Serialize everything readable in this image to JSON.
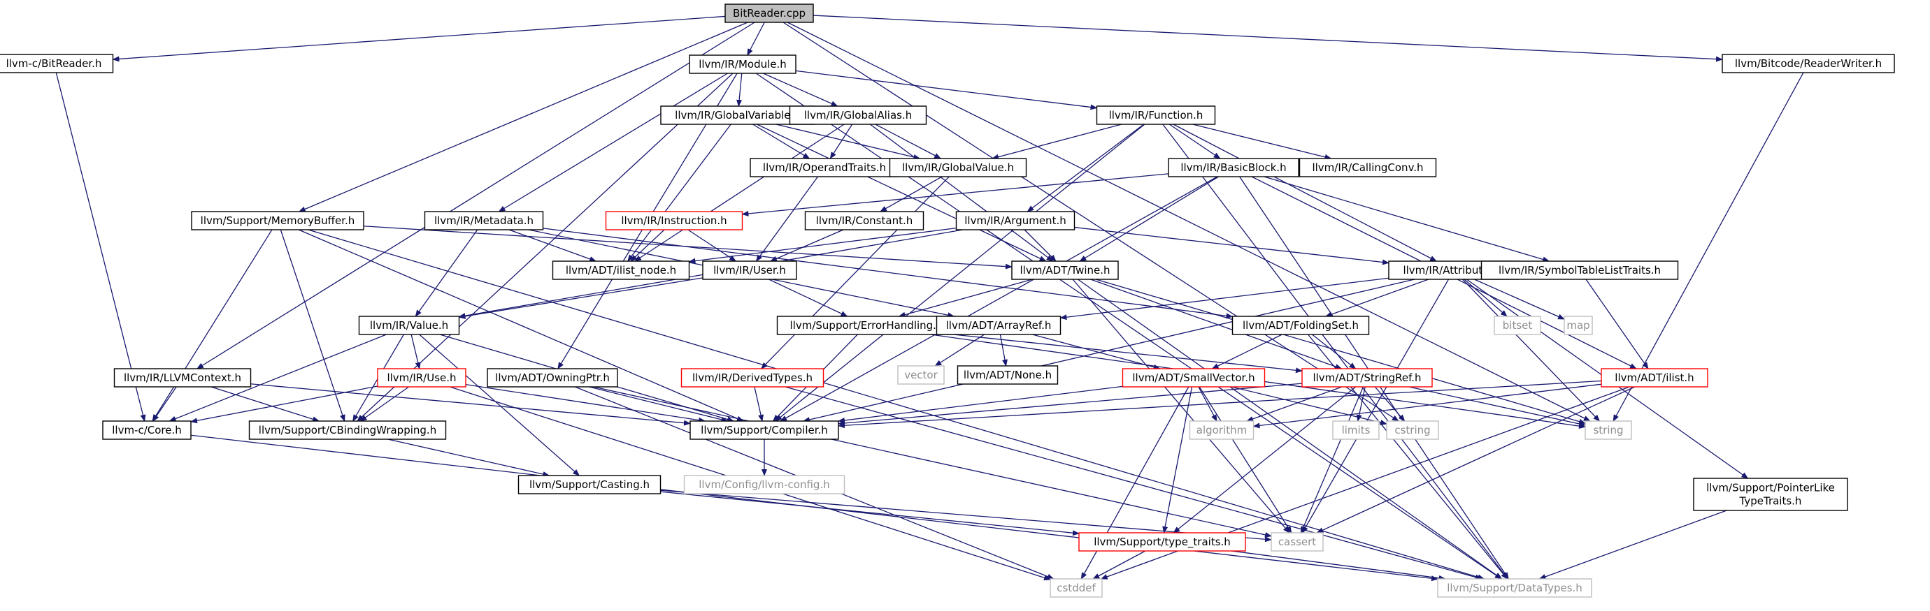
{
  "title": "BitReader.cpp",
  "colors": {
    "edge": "#191970",
    "root_fill": "#bfbfbf",
    "normal_border": "#000000",
    "red_border": "#ff0000",
    "gray_border": "#bfbfbf",
    "text": "#000000",
    "gray_text": "#8f8f8f"
  },
  "nodes": [
    {
      "id": "root",
      "style": "root",
      "label": "BitReader.cpp"
    },
    {
      "id": "cBitReader",
      "style": "normal",
      "label": "llvm-c/BitReader.h"
    },
    {
      "id": "module",
      "style": "normal",
      "label": "llvm/IR/Module.h"
    },
    {
      "id": "readerWriter",
      "style": "normal",
      "label": "llvm/Bitcode/ReaderWriter.h"
    },
    {
      "id": "globalVariable",
      "style": "normal",
      "label": "llvm/IR/GlobalVariable.h"
    },
    {
      "id": "globalAlias",
      "style": "normal",
      "label": "llvm/IR/GlobalAlias.h"
    },
    {
      "id": "function",
      "style": "normal",
      "label": "llvm/IR/Function.h"
    },
    {
      "id": "operandTraits",
      "style": "normal",
      "label": "llvm/IR/OperandTraits.h"
    },
    {
      "id": "globalValue",
      "style": "normal",
      "label": "llvm/IR/GlobalValue.h"
    },
    {
      "id": "basicBlock",
      "style": "normal",
      "label": "llvm/IR/BasicBlock.h"
    },
    {
      "id": "callingConv",
      "style": "normal",
      "label": "llvm/IR/CallingConv.h"
    },
    {
      "id": "memoryBuffer",
      "style": "normal",
      "label": "llvm/Support/MemoryBuffer.h"
    },
    {
      "id": "metadata",
      "style": "normal",
      "label": "llvm/IR/Metadata.h"
    },
    {
      "id": "instruction",
      "style": "red",
      "label": "llvm/IR/Instruction.h"
    },
    {
      "id": "constant",
      "style": "normal",
      "label": "llvm/IR/Constant.h"
    },
    {
      "id": "argument",
      "style": "normal",
      "label": "llvm/IR/Argument.h"
    },
    {
      "id": "ilistNode",
      "style": "normal",
      "label": "llvm/ADT/ilist_node.h"
    },
    {
      "id": "user",
      "style": "normal",
      "label": "llvm/IR/User.h"
    },
    {
      "id": "twine",
      "style": "normal",
      "label": "llvm/ADT/Twine.h"
    },
    {
      "id": "attributes",
      "style": "normal",
      "label": "llvm/IR/Attributes.h"
    },
    {
      "id": "symbolTable",
      "style": "normal",
      "label": "llvm/IR/SymbolTableListTraits.h"
    },
    {
      "id": "value",
      "style": "normal",
      "label": "llvm/IR/Value.h"
    },
    {
      "id": "errorHandling",
      "style": "normal",
      "label": "llvm/Support/ErrorHandling.h"
    },
    {
      "id": "arrayRef",
      "style": "normal",
      "label": "llvm/ADT/ArrayRef.h"
    },
    {
      "id": "foldingSet",
      "style": "normal",
      "label": "llvm/ADT/FoldingSet.h"
    },
    {
      "id": "bitset",
      "style": "gray",
      "label": "bitset"
    },
    {
      "id": "map",
      "style": "gray",
      "label": "map"
    },
    {
      "id": "vector",
      "style": "gray",
      "label": "vector"
    },
    {
      "id": "none",
      "style": "normal",
      "label": "llvm/ADT/None.h"
    },
    {
      "id": "llvmContext",
      "style": "normal",
      "label": "llvm/IR/LLVMContext.h"
    },
    {
      "id": "use",
      "style": "red",
      "label": "llvm/IR/Use.h"
    },
    {
      "id": "owningPtr",
      "style": "normal",
      "label": "llvm/ADT/OwningPtr.h"
    },
    {
      "id": "derivedTypes",
      "style": "red",
      "label": "llvm/IR/DerivedTypes.h"
    },
    {
      "id": "smallVector",
      "style": "red",
      "label": "llvm/ADT/SmallVector.h"
    },
    {
      "id": "stringRef",
      "style": "red",
      "label": "llvm/ADT/StringRef.h"
    },
    {
      "id": "ilist",
      "style": "red",
      "label": "llvm/ADT/ilist.h"
    },
    {
      "id": "cCore",
      "style": "normal",
      "label": "llvm-c/Core.h"
    },
    {
      "id": "cBindingWrapping",
      "style": "normal",
      "label": "llvm/Support/CBindingWrapping.h"
    },
    {
      "id": "compiler",
      "style": "normal",
      "label": "llvm/Support/Compiler.h"
    },
    {
      "id": "algorithm",
      "style": "gray",
      "label": "algorithm"
    },
    {
      "id": "limits",
      "style": "gray",
      "label": "limits"
    },
    {
      "id": "cstring",
      "style": "gray",
      "label": "cstring"
    },
    {
      "id": "string",
      "style": "gray",
      "label": "string"
    },
    {
      "id": "llvmConfig",
      "style": "gray",
      "label": "llvm/Config/llvm-config.h"
    },
    {
      "id": "casting",
      "style": "normal",
      "label": "llvm/Support/Casting.h"
    },
    {
      "id": "pointerLike",
      "style": "normal",
      "label": "llvm/Support/PointerLike TypeTraits.h",
      "lines": [
        "llvm/Support/PointerLike",
        "TypeTraits.h"
      ]
    },
    {
      "id": "cassert",
      "style": "gray",
      "label": "cassert"
    },
    {
      "id": "typeTraits",
      "style": "red",
      "label": "llvm/Support/type_traits.h"
    },
    {
      "id": "cstddef",
      "style": "gray",
      "label": "cstddef"
    },
    {
      "id": "dataTypes",
      "style": "gray",
      "label": "llvm/Support/DataTypes.h"
    }
  ],
  "edges": [
    [
      "root",
      "cBitReader"
    ],
    [
      "root",
      "module"
    ],
    [
      "root",
      "readerWriter"
    ],
    [
      "root",
      "memoryBuffer"
    ],
    [
      "root",
      "llvmContext"
    ],
    [
      "root",
      "string"
    ],
    [
      "root",
      "cstring"
    ],
    [
      "cBitReader",
      "cCore"
    ],
    [
      "readerWriter",
      "string"
    ],
    [
      "module",
      "globalVariable"
    ],
    [
      "module",
      "globalAlias"
    ],
    [
      "module",
      "function"
    ],
    [
      "module",
      "metadata"
    ],
    [
      "module",
      "owningPtr"
    ],
    [
      "module",
      "cBindingWrapping"
    ],
    [
      "module",
      "dataTypes"
    ],
    [
      "globalVariable",
      "operandTraits"
    ],
    [
      "globalVariable",
      "globalValue"
    ],
    [
      "globalVariable",
      "ilistNode"
    ],
    [
      "globalVariable",
      "twine"
    ],
    [
      "globalAlias",
      "operandTraits"
    ],
    [
      "globalAlias",
      "globalValue"
    ],
    [
      "globalAlias",
      "ilistNode"
    ],
    [
      "globalAlias",
      "twine"
    ],
    [
      "function",
      "globalValue"
    ],
    [
      "function",
      "basicBlock"
    ],
    [
      "function",
      "callingConv"
    ],
    [
      "function",
      "argument"
    ],
    [
      "function",
      "attributes"
    ],
    [
      "function",
      "compiler"
    ],
    [
      "function",
      "dataTypes"
    ],
    [
      "operandTraits",
      "user"
    ],
    [
      "globalValue",
      "constant"
    ],
    [
      "globalValue",
      "derivedTypes"
    ],
    [
      "basicBlock",
      "instruction"
    ],
    [
      "basicBlock",
      "symbolTable"
    ],
    [
      "basicBlock",
      "twine"
    ],
    [
      "basicBlock",
      "ilist"
    ],
    [
      "basicBlock",
      "compiler"
    ],
    [
      "basicBlock",
      "dataTypes"
    ],
    [
      "memoryBuffer",
      "twine"
    ],
    [
      "memoryBuffer",
      "compiler"
    ],
    [
      "memoryBuffer",
      "cBindingWrapping"
    ],
    [
      "memoryBuffer",
      "cCore"
    ],
    [
      "memoryBuffer",
      "dataTypes"
    ],
    [
      "metadata",
      "ilistNode"
    ],
    [
      "metadata",
      "value"
    ],
    [
      "metadata",
      "arrayRef"
    ],
    [
      "metadata",
      "foldingSet"
    ],
    [
      "instruction",
      "user"
    ],
    [
      "instruction",
      "ilistNode"
    ],
    [
      "constant",
      "user"
    ],
    [
      "argument",
      "ilistNode"
    ],
    [
      "argument",
      "twine"
    ],
    [
      "argument",
      "attributes"
    ],
    [
      "argument",
      "value"
    ],
    [
      "user",
      "value"
    ],
    [
      "user",
      "errorHandling"
    ],
    [
      "twine",
      "errorHandling"
    ],
    [
      "twine",
      "stringRef"
    ],
    [
      "twine",
      "string"
    ],
    [
      "twine",
      "cassert"
    ],
    [
      "twine",
      "dataTypes"
    ],
    [
      "attributes",
      "arrayRef"
    ],
    [
      "attributes",
      "foldingSet"
    ],
    [
      "attributes",
      "bitset"
    ],
    [
      "attributes",
      "map"
    ],
    [
      "attributes",
      "string"
    ],
    [
      "attributes",
      "cassert"
    ],
    [
      "attributes",
      "compiler"
    ],
    [
      "attributes",
      "pointerLike"
    ],
    [
      "symbolTable",
      "ilist"
    ],
    [
      "value",
      "use"
    ],
    [
      "value",
      "casting"
    ],
    [
      "value",
      "cBindingWrapping"
    ],
    [
      "value",
      "compiler"
    ],
    [
      "value",
      "cCore"
    ],
    [
      "errorHandling",
      "stringRef"
    ],
    [
      "errorHandling",
      "compiler"
    ],
    [
      "errorHandling",
      "string"
    ],
    [
      "arrayRef",
      "none"
    ],
    [
      "arrayRef",
      "smallVector"
    ],
    [
      "arrayRef",
      "vector"
    ],
    [
      "foldingSet",
      "smallVector"
    ],
    [
      "foldingSet",
      "stringRef"
    ],
    [
      "foldingSet",
      "dataTypes"
    ],
    [
      "llvmContext",
      "cCore"
    ],
    [
      "llvmContext",
      "cBindingWrapping"
    ],
    [
      "llvmContext",
      "compiler"
    ],
    [
      "use",
      "cCore"
    ],
    [
      "use",
      "cBindingWrapping"
    ],
    [
      "use",
      "compiler"
    ],
    [
      "use",
      "cstddef"
    ],
    [
      "owningPtr",
      "compiler"
    ],
    [
      "owningPtr",
      "cassert"
    ],
    [
      "owningPtr",
      "cstddef"
    ],
    [
      "derivedTypes",
      "compiler"
    ],
    [
      "derivedTypes",
      "dataTypes"
    ],
    [
      "smallVector",
      "typeTraits"
    ],
    [
      "smallVector",
      "algorithm"
    ],
    [
      "smallVector",
      "cassert"
    ],
    [
      "smallVector",
      "cstddef"
    ],
    [
      "smallVector",
      "cstring"
    ],
    [
      "smallVector",
      "compiler"
    ],
    [
      "stringRef",
      "typeTraits"
    ],
    [
      "stringRef",
      "algorithm"
    ],
    [
      "stringRef",
      "limits"
    ],
    [
      "stringRef",
      "cstring"
    ],
    [
      "stringRef",
      "string"
    ],
    [
      "stringRef",
      "cassert"
    ],
    [
      "stringRef",
      "compiler"
    ],
    [
      "ilist",
      "compiler"
    ],
    [
      "ilist",
      "cassert"
    ],
    [
      "ilist",
      "algorithm"
    ],
    [
      "ilist",
      "cstddef"
    ],
    [
      "cBindingWrapping",
      "casting"
    ],
    [
      "cCore",
      "dataTypes"
    ],
    [
      "compiler",
      "llvmConfig"
    ],
    [
      "casting",
      "typeTraits"
    ],
    [
      "casting",
      "cassert"
    ],
    [
      "pointerLike",
      "dataTypes"
    ],
    [
      "typeTraits",
      "cstddef"
    ],
    [
      "typeTraits",
      "dataTypes"
    ]
  ]
}
